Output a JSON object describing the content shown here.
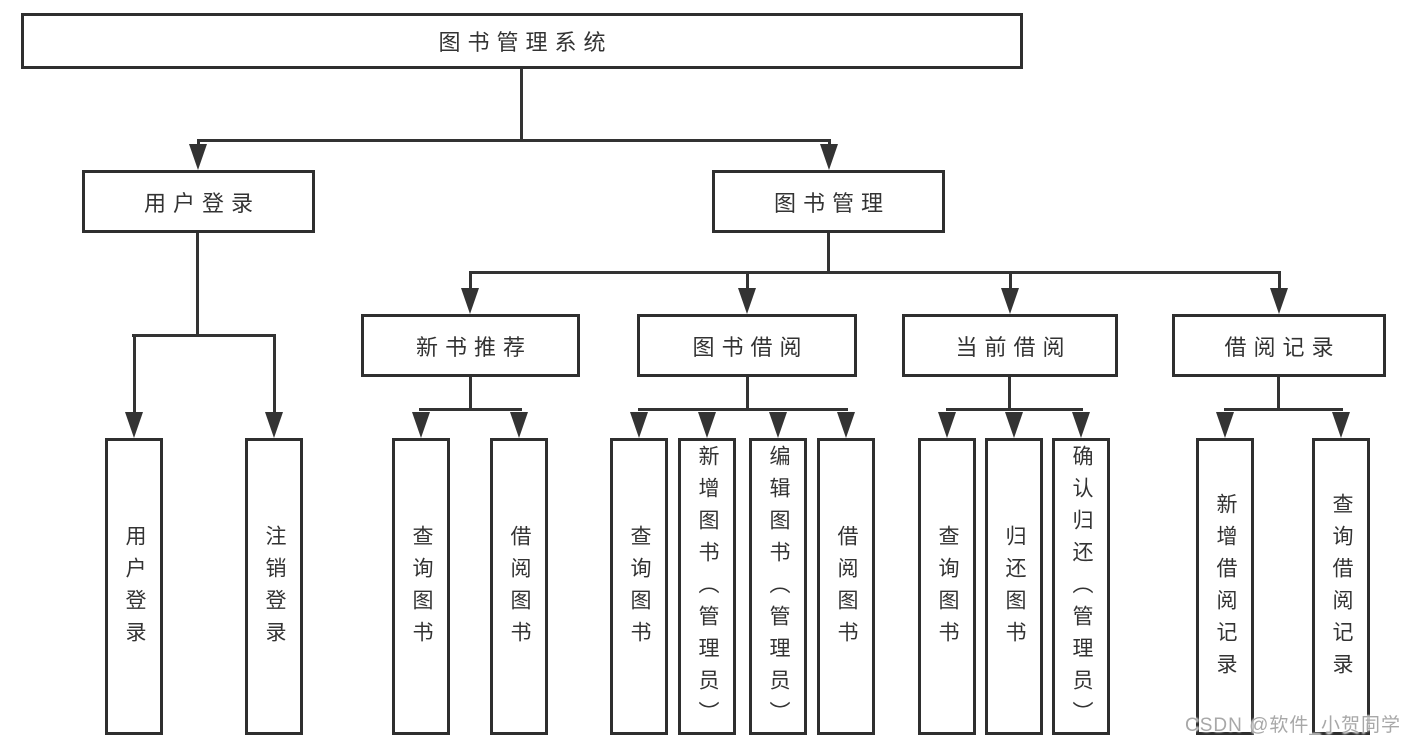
{
  "title": "图书管理系统",
  "tree": {
    "root": {
      "label": "图书管理系统"
    },
    "branches": [
      {
        "label": "用户登录",
        "children": [
          {
            "label": "用户登录"
          },
          {
            "label": "注销登录"
          }
        ]
      },
      {
        "label": "图书管理",
        "children": [
          {
            "label": "新书推荐",
            "children": [
              {
                "label": "查询图书"
              },
              {
                "label": "借阅图书"
              }
            ]
          },
          {
            "label": "图书借阅",
            "children": [
              {
                "label": "查询图书"
              },
              {
                "label": "新增图书（管理员）"
              },
              {
                "label": "编辑图书（管理员）"
              },
              {
                "label": "借阅图书"
              }
            ]
          },
          {
            "label": "当前借阅",
            "children": [
              {
                "label": "查询图书"
              },
              {
                "label": "归还图书"
              },
              {
                "label": "确认归还（管理员）"
              }
            ]
          },
          {
            "label": "借阅记录",
            "children": [
              {
                "label": "新增借阅记录"
              },
              {
                "label": "查询借阅记录"
              }
            ]
          }
        ]
      }
    ]
  },
  "watermark": "CSDN @软件_小贺同学",
  "colors": {
    "line": "#333333",
    "box_border": "#2f2f2f",
    "box_fill": "#ffffff",
    "text": "#333333",
    "watermark": "#a8a8a8",
    "background": "#ffffff"
  }
}
